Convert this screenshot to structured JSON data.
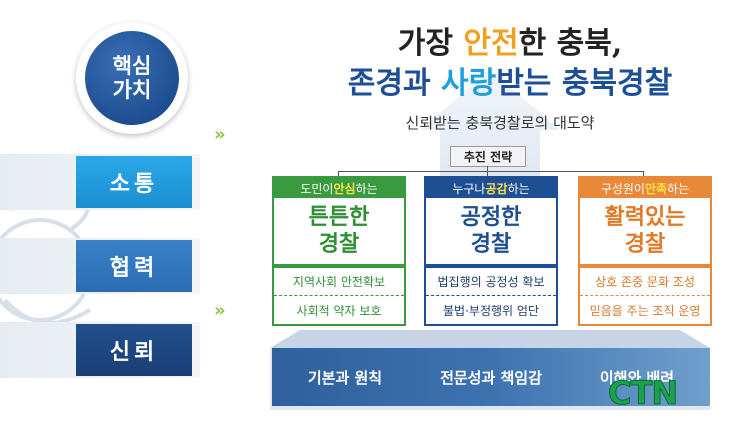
{
  "core_value": {
    "line1": "핵심",
    "line2": "가치"
  },
  "values": [
    "소통",
    "협력",
    "신뢰"
  ],
  "arrow_glyph": "»",
  "title": {
    "line1_pre": "가장 ",
    "line1_accent": "안전",
    "line1_post": "한 충북,",
    "line2_pre": "존경과 ",
    "line2_accent": "사랑",
    "line2_post": "받는 충북경찰",
    "subtitle": "신뢰받는 충북경찰로의 대도약"
  },
  "strategy_label": "추진 전략",
  "strategies": [
    {
      "head_pre": "도민이 ",
      "head_accent": "안심",
      "head_post": "하는",
      "title_line1": "튼튼한",
      "title_line2": "경찰",
      "items": [
        "지역사회 안전확보",
        "사회적 약자 보호"
      ],
      "color": "#3a9a3f"
    },
    {
      "head_pre": "누구나 ",
      "head_accent": "공감",
      "head_post": "하는",
      "title_line1": "공정한",
      "title_line2": "경찰",
      "items": [
        "법집행의 공정성 확보",
        "불법·부정행위 엄단"
      ],
      "color": "#1f4f93"
    },
    {
      "head_pre": "구성원이 ",
      "head_accent": "만족",
      "head_post": "하는",
      "title_line1": "활력있는",
      "title_line2": "경찰",
      "items": [
        "상호 존중 문화 조성",
        "믿음을 주는 조직 운영"
      ],
      "color": "#e8893a"
    }
  ],
  "foundations": [
    "기본과 원칙",
    "전문성과 책임감",
    "이해와 배려"
  ],
  "watermark": "CTN",
  "colors": {
    "navy": "#1d4f96",
    "accent_orange": "#f0a020",
    "green": "#3a9a3f",
    "orange": "#e8893a",
    "sky": "#1d9fe0",
    "mid_blue": "#2a72c0"
  }
}
